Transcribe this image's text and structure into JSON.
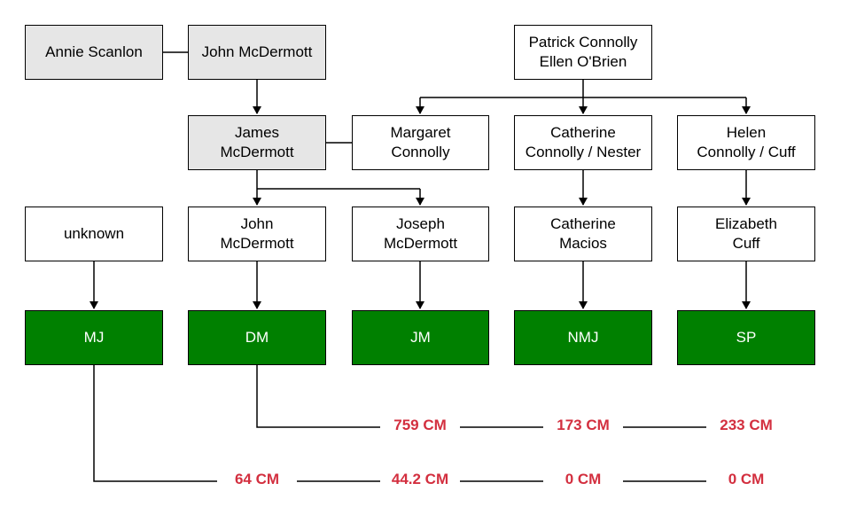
{
  "nodes": {
    "annie_scanlon": "Annie Scanlon",
    "john_mcdermott_sr": "John McDermott",
    "patrick_ellen": "Patrick Connolly\nEllen O'Brien",
    "james_mcdermott": "James\nMcDermott",
    "margaret_connolly": "Margaret\nConnolly",
    "catherine_connolly_nester": "Catherine\nConnolly / Nester",
    "helen_connolly_cuff": "Helen\nConnolly / Cuff",
    "unknown": "unknown",
    "john_mcdermott_jr": "John\nMcDermott",
    "joseph_mcdermott": "Joseph\nMcDermott",
    "catherine_macios": "Catherine\nMacios",
    "elizabeth_cuff": "Elizabeth\nCuff",
    "mj": "MJ",
    "dm": "DM",
    "jm": "JM",
    "nmj": "NMJ",
    "sp": "SP"
  },
  "shared_cm": {
    "dm_row": [
      "759 CM",
      "173 CM",
      "233 CM"
    ],
    "mj_row": [
      "64 CM",
      "44.2 CM",
      "0 CM",
      "0 CM"
    ]
  },
  "colors": {
    "ancestor_fill": "#e6e6e6",
    "tester_fill": "#008000",
    "cm_text": "#d32f3f"
  }
}
